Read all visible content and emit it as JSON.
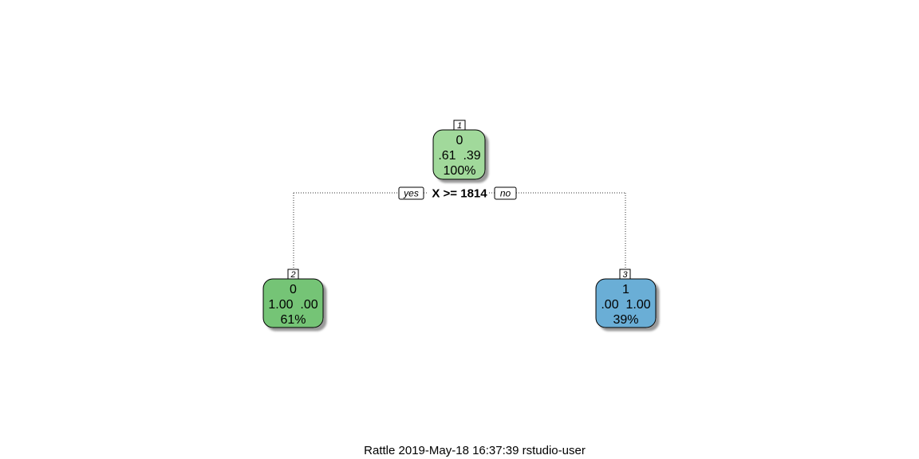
{
  "tree": {
    "root": {
      "id": "1",
      "class": "0",
      "probs": ".61  .39",
      "pct": "100%",
      "fill": "#a1d99b"
    },
    "split": {
      "condition": "X >= 1814",
      "yes_label": "yes",
      "no_label": "no"
    },
    "left": {
      "id": "2",
      "class": "0",
      "probs": "1.00  .00",
      "pct": "61%",
      "fill": "#74c476"
    },
    "right": {
      "id": "3",
      "class": "1",
      "probs": ".00  1.00",
      "pct": "39%",
      "fill": "#6baed6"
    }
  },
  "footer": "Rattle 2019-May-18 16:37:39 rstudio-user"
}
